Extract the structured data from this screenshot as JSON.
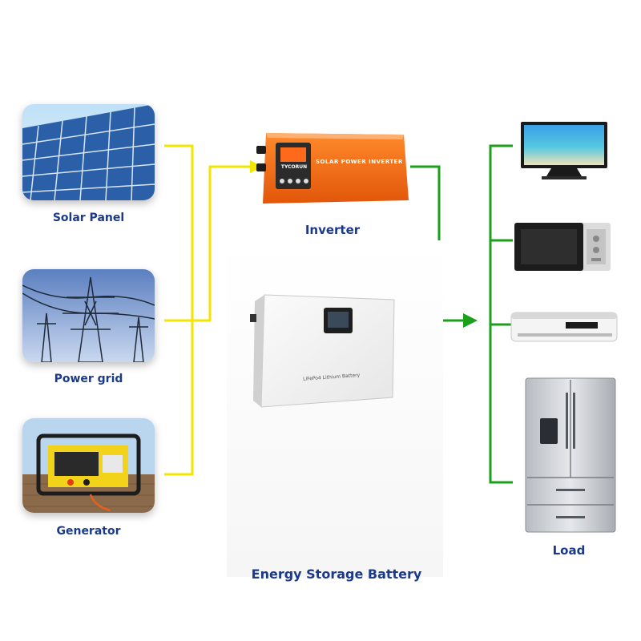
{
  "sources": [
    {
      "label": "Solar Panel"
    },
    {
      "label": "Power grid"
    },
    {
      "label": "Generator"
    }
  ],
  "inverter": {
    "label": "Inverter",
    "panel_text": "SOLAR POWER INVERTER",
    "brand_text": "TYCORUN"
  },
  "battery": {
    "label": "Energy Storage Battery",
    "body_text": "LiFePo4 Lithium Battery"
  },
  "load": {
    "label": "Load"
  },
  "colors": {
    "source_line": "#f2e600",
    "load_line": "#1aa01a",
    "label_blue": "#1b3a8a",
    "inverter_orange": "#f26a14",
    "arrow_red": "#e8401c"
  }
}
